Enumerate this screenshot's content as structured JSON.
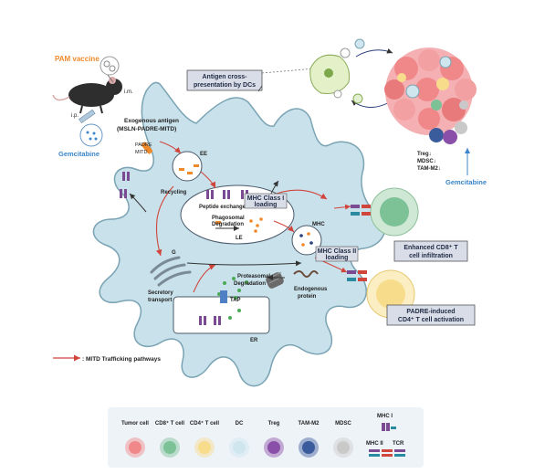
{
  "left": {
    "vaccine": "PAM vaccine",
    "im": "i.m.",
    "ip": "i.p.",
    "gemcitabine": "Gemcitabine",
    "exo_antigen_1": "Exogenous antigen",
    "exo_antigen_2": "(MSLN-PADRE-MITD)",
    "padre": "PADRE",
    "mitd": "MITD"
  },
  "top": {
    "cross_presentation_1": "Antigen cross-",
    "cross_presentation_2": "presentation by DCs",
    "tumor_effects": [
      "Treg↓",
      "MDSC↓",
      "TAM-M2↓"
    ],
    "gemcitabine": "Gemcitabine"
  },
  "cell": {
    "ee": "EE",
    "recycling": "Recycling",
    "peptide_exchange": "Peptide exchange",
    "mhc1_loading_1": "MHC Class I",
    "mhc1_loading_2": "loading",
    "phagosomal_1": "Phagosomal",
    "phagosomal_2": "Degradation",
    "le": "LE",
    "mhc": "MHC",
    "mhc2_loading_1": "MHC Class II",
    "mhc2_loading_2": "loading",
    "g": "G",
    "secretory_1": "Secretory",
    "secretory_2": "transport",
    "proteasomal_1": "Proteasomal",
    "proteasomal_2": "Degradation",
    "endogenous_1": "Endogenous",
    "endogenous_2": "protein",
    "tap": "TAP",
    "er": "ER"
  },
  "right": {
    "cd8_1": "Enhanced CD8⁺ T",
    "cd8_2": "cell infiltration",
    "cd4_1": "PADRE-induced",
    "cd4_2": "CD4⁺ T cell activation"
  },
  "pathway_legend": ": MITD Trafficking pathways",
  "legend": {
    "cells": [
      {
        "label": "Tumor cell",
        "color": "#f0888a"
      },
      {
        "label": "CD8⁺ T cell",
        "color": "#7cc296"
      },
      {
        "label": "CD4⁺ T cell",
        "color": "#f7dc8c"
      },
      {
        "label": "DC",
        "color": "#cfe6ef"
      },
      {
        "label": "Treg",
        "color": "#8a4fa8"
      },
      {
        "label": "TAM-M2",
        "color": "#3a5c9c"
      },
      {
        "label": "MDSC",
        "color": "#c9c9c9"
      }
    ],
    "mhc1": "MHC I",
    "mhc2": "MHC II",
    "tcr": "TCR"
  },
  "colors": {
    "dc_fill": "#c9e1ea",
    "dc_stroke": "#7aa3b4",
    "arrow_red": "#d0453c",
    "label_box": "#d9dde8",
    "gemcitabine_blue": "#3a86c8",
    "vaccine_orange": "#ef8a2c"
  }
}
